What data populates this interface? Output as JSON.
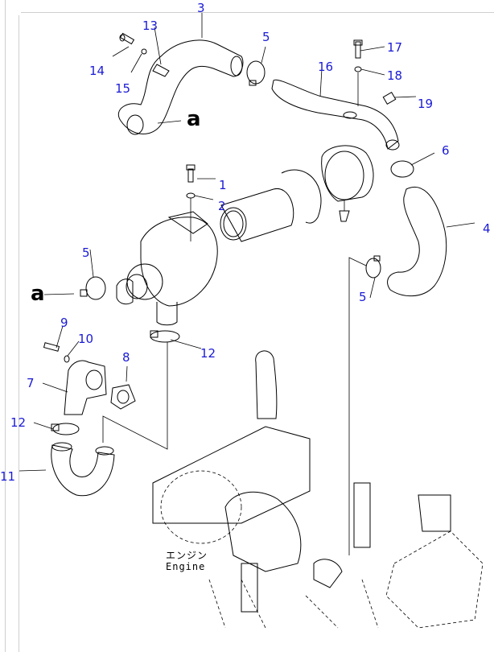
{
  "diagram": {
    "title": "Air intake system exploded parts view",
    "callouts": [
      {
        "id": "callout-1",
        "label": "1"
      },
      {
        "id": "callout-2",
        "label": "2"
      },
      {
        "id": "callout-3",
        "label": "3"
      },
      {
        "id": "callout-4",
        "label": "4"
      },
      {
        "id": "callout-5a",
        "label": "5"
      },
      {
        "id": "callout-5b",
        "label": "5"
      },
      {
        "id": "callout-5c",
        "label": "5"
      },
      {
        "id": "callout-6",
        "label": "6"
      },
      {
        "id": "callout-7",
        "label": "7"
      },
      {
        "id": "callout-8",
        "label": "8"
      },
      {
        "id": "callout-9",
        "label": "9"
      },
      {
        "id": "callout-10",
        "label": "10"
      },
      {
        "id": "callout-11",
        "label": "11"
      },
      {
        "id": "callout-12a",
        "label": "12"
      },
      {
        "id": "callout-12b",
        "label": "12"
      },
      {
        "id": "callout-13",
        "label": "13"
      },
      {
        "id": "callout-14",
        "label": "14"
      },
      {
        "id": "callout-15",
        "label": "15"
      },
      {
        "id": "callout-16",
        "label": "16"
      },
      {
        "id": "callout-17",
        "label": "17"
      },
      {
        "id": "callout-18",
        "label": "18"
      },
      {
        "id": "callout-19",
        "label": "19"
      }
    ],
    "view_markers": [
      {
        "id": "view-a-top",
        "label": "a"
      },
      {
        "id": "view-a-left",
        "label": "a"
      }
    ],
    "engine_label": {
      "japanese": "エンジン",
      "english": "Engine"
    },
    "colors": {
      "callout_text": "#1a1ad6",
      "line_art": "#000000",
      "frame": "#cfcfcf"
    }
  }
}
